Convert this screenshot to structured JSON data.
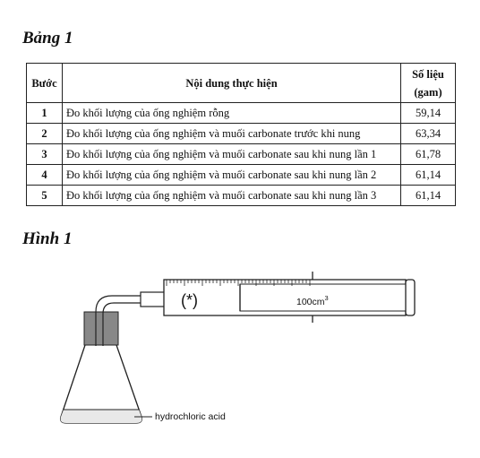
{
  "table_caption": "Bảng 1",
  "figure_caption": "Hình 1",
  "table": {
    "headers": {
      "step": "Bước",
      "content": "Nội dung thực hiện",
      "data": "Số liệu",
      "unit": "(gam)"
    },
    "rows": [
      {
        "step": "1",
        "content": "Đo khối lượng của ống nghiệm rỗng",
        "value": "59,14"
      },
      {
        "step": "2",
        "content": "Đo khối lượng của ống nghiệm và muối carbonate trước khi nung",
        "value": "63,34"
      },
      {
        "step": "3",
        "content": "Đo khối lượng của ống nghiệm và muối carbonate sau khi nung lần 1",
        "value": "61,78"
      },
      {
        "step": "4",
        "content": "Đo khối lượng của ống nghiệm và muối carbonate sau khi nung lần 2",
        "value": "61,14"
      },
      {
        "step": "5",
        "content": "Đo khối lượng của ống nghiệm và muối carbonate sau khi nung lần 3",
        "value": "61,14"
      }
    ]
  },
  "figure": {
    "syringe_mark": "(*)",
    "volume_number": "100",
    "volume_unit": "cm",
    "volume_exp": "3",
    "liquid_label": "hydrochloric acid"
  }
}
